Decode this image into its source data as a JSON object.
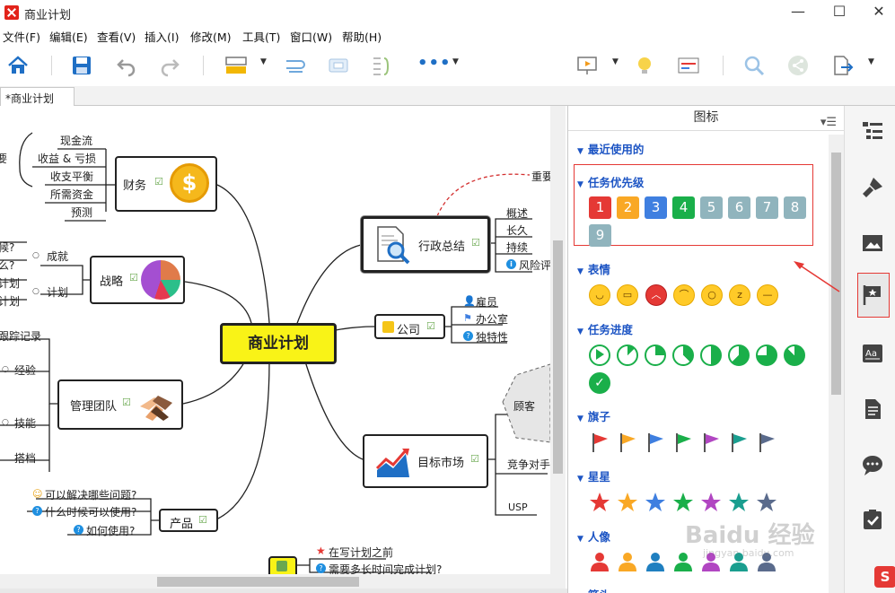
{
  "window": {
    "title": "商业计划",
    "minimize": "—",
    "maximize": "☐",
    "close": "✕"
  },
  "menu": [
    "文件(F)",
    "编辑(E)",
    "查看(V)",
    "插入(I)",
    "修改(M)",
    "工具(T)",
    "窗口(W)",
    "帮助(H)"
  ],
  "tab": {
    "label": "*商业计划"
  },
  "map": {
    "central": "商业计划",
    "finance": {
      "label": "财务",
      "leaves": [
        "现金流",
        "收益 & 亏损",
        "收支平衡",
        "所需资金",
        "预测"
      ],
      "clip_left": "要"
    },
    "strategy": {
      "label": "战略",
      "leaves": [
        "成就",
        "计划"
      ],
      "left_clipped": [
        "候?",
        "么?",
        "计划",
        "计划"
      ]
    },
    "team": {
      "label": "管理团队",
      "leaves": [
        "经验",
        "技能",
        "搭档"
      ],
      "left_clipped": [
        "跟踪记录"
      ]
    },
    "product": {
      "label": "产品",
      "leaves": [
        "可以解决哪些问题?",
        "什么时候可以使用?",
        "如何使用?"
      ]
    },
    "admin": {
      "label": "行政总结",
      "leaves": [
        "概述",
        "长久",
        "持续",
        "风险评"
      ],
      "relation": "重要"
    },
    "company": {
      "label": "公司",
      "leaves": [
        "雇员",
        "办公室",
        "独特性"
      ]
    },
    "market": {
      "label": "目标市场",
      "leaves": [
        "顾客",
        "竞争对手",
        "USP"
      ]
    },
    "bottom": {
      "leaves": [
        "在写计划之前",
        "需要多长时间完成计划?"
      ]
    }
  },
  "panel": {
    "title": "图标",
    "sections": {
      "recent": "最近使用的",
      "priority": "任务优先级",
      "emotion": "表情",
      "progress": "任务进度",
      "flags": "旗子",
      "stars": "星星",
      "people": "人像",
      "arrows": "箭头"
    },
    "priority_values": [
      "1",
      "2",
      "3",
      "4",
      "5",
      "6",
      "7",
      "8",
      "9"
    ],
    "priority_colors": [
      "#e53935",
      "#f9a825",
      "#3f7fe0",
      "#1aaf4a",
      "#90b4bd",
      "#90b4bd",
      "#90b4bd",
      "#90b4bd",
      "#90b4bd"
    ],
    "flag_colors": [
      "#e53935",
      "#f9a825",
      "#3f7fe0",
      "#1aaf4a",
      "#b146c2",
      "#1a9e8f",
      "#5a6b8c"
    ],
    "star_colors": [
      "#e53935",
      "#f9a825",
      "#3f7fe0",
      "#1aaf4a",
      "#b146c2",
      "#1a9e8f",
      "#5a6b8c"
    ],
    "person_colors": [
      "#e53935",
      "#f9a825",
      "#1f7fc0",
      "#1aaf4a",
      "#b146c2",
      "#1a9e8f",
      "#5a6b8c"
    ],
    "progress_fractions": [
      0,
      0.125,
      0.25,
      0.375,
      0.5,
      0.625,
      0.75,
      0.875,
      1
    ]
  },
  "rightbar": [
    "outline-icon",
    "brush-icon",
    "image-icon",
    "marker-flag-icon",
    "text-style-icon",
    "document-icon",
    "comment-icon",
    "task-icon"
  ],
  "watermark": "Baidu 经验",
  "watermark_sub": "jingyan.baidu.com"
}
